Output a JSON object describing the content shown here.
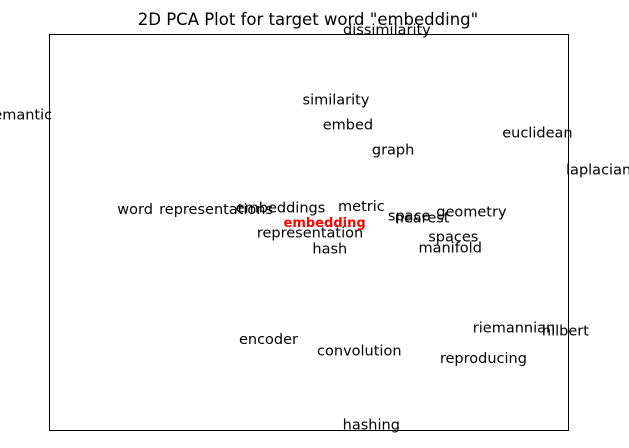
{
  "chart_data": {
    "type": "scatter",
    "title": "2D PCA Plot for target word \"embedding\"",
    "xlabel": "",
    "ylabel": "",
    "xlim": [
      0,
      1
    ],
    "ylim": [
      0,
      1
    ],
    "grid": false,
    "axes_ticks": false,
    "target_color": "#ff0000",
    "text_color": "#000000",
    "points": [
      {
        "word": "dissimilarity",
        "x": 0.65,
        "y": 1.01
      },
      {
        "word": "similarity",
        "x": 0.552,
        "y": 0.833
      },
      {
        "word": "semantic",
        "x": -0.059,
        "y": 0.795
      },
      {
        "word": "embed",
        "x": 0.575,
        "y": 0.77
      },
      {
        "word": "euclidean",
        "x": 0.94,
        "y": 0.75
      },
      {
        "word": "graph",
        "x": 0.662,
        "y": 0.707
      },
      {
        "word": "laplacian",
        "x": 1.058,
        "y": 0.657
      },
      {
        "word": "word",
        "x": 0.165,
        "y": 0.557
      },
      {
        "word": "representations",
        "x": 0.321,
        "y": 0.557
      },
      {
        "word": "embeddings",
        "x": 0.445,
        "y": 0.56
      },
      {
        "word": "metric",
        "x": 0.601,
        "y": 0.565
      },
      {
        "word": "space",
        "x": 0.693,
        "y": 0.54
      },
      {
        "word": "nearest",
        "x": 0.718,
        "y": 0.535
      },
      {
        "word": "geometry",
        "x": 0.813,
        "y": 0.55
      },
      {
        "word": "embedding",
        "x": 0.53,
        "y": 0.523,
        "target": true
      },
      {
        "word": "representation",
        "x": 0.502,
        "y": 0.497
      },
      {
        "word": "spaces",
        "x": 0.778,
        "y": 0.487
      },
      {
        "word": "hash",
        "x": 0.54,
        "y": 0.457
      },
      {
        "word": "manifold",
        "x": 0.772,
        "y": 0.46
      },
      {
        "word": "riemannian",
        "x": 0.895,
        "y": 0.258
      },
      {
        "word": "hilbert",
        "x": 0.994,
        "y": 0.25
      },
      {
        "word": "encoder",
        "x": 0.422,
        "y": 0.228
      },
      {
        "word": "convolution",
        "x": 0.597,
        "y": 0.2
      },
      {
        "word": "reproducing",
        "x": 0.836,
        "y": 0.18
      },
      {
        "word": "hashing",
        "x": 0.62,
        "y": 0.013
      }
    ]
  }
}
